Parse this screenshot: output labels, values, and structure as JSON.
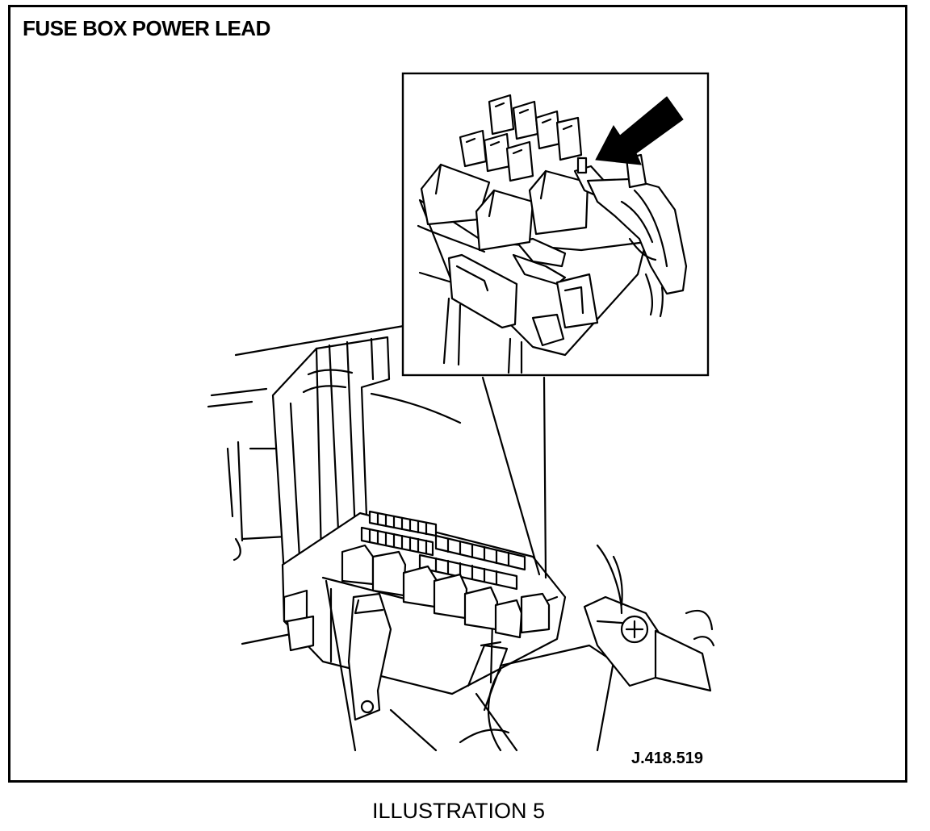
{
  "figure": {
    "title": "FUSE BOX POWER LEAD",
    "reference_code": "J.418.519",
    "caption": "ILLUSTRATION 5",
    "terminal_symbol": "+"
  }
}
